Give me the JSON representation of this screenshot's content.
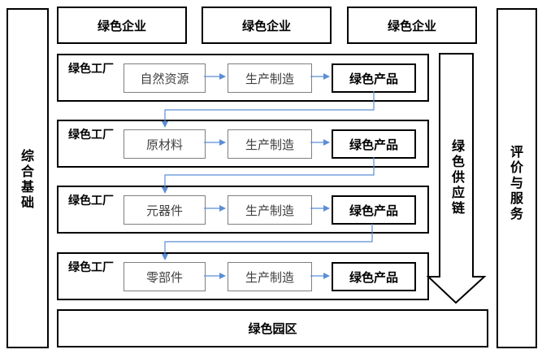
{
  "left_column": {
    "label_chars": [
      "综",
      "合",
      "基",
      "础"
    ]
  },
  "right_column": {
    "label_chars": [
      "评",
      "价",
      "与",
      "服",
      "务"
    ]
  },
  "enterprises": [
    "绿色企业",
    "绿色企业",
    "绿色企业"
  ],
  "supply_chain": {
    "label_chars": [
      "绿",
      "色",
      "供",
      "应",
      "链"
    ]
  },
  "factories": [
    {
      "title": "绿色工厂",
      "input": "自然资源",
      "process": "生产制造",
      "output": "绿色产品"
    },
    {
      "title": "绿色工厂",
      "input": "原材料",
      "process": "生产制造",
      "output": "绿色产品"
    },
    {
      "title": "绿色工厂",
      "input": "元器件",
      "process": "生产制造",
      "output": "绿色产品"
    },
    {
      "title": "绿色工厂",
      "input": "零部件",
      "process": "生产制造",
      "output": "绿色产品"
    }
  ],
  "park": "绿色园区",
  "colors": {
    "flow_arrow": "#5b8ed6",
    "border": "#000000",
    "step_border": "#7f7f7f"
  }
}
